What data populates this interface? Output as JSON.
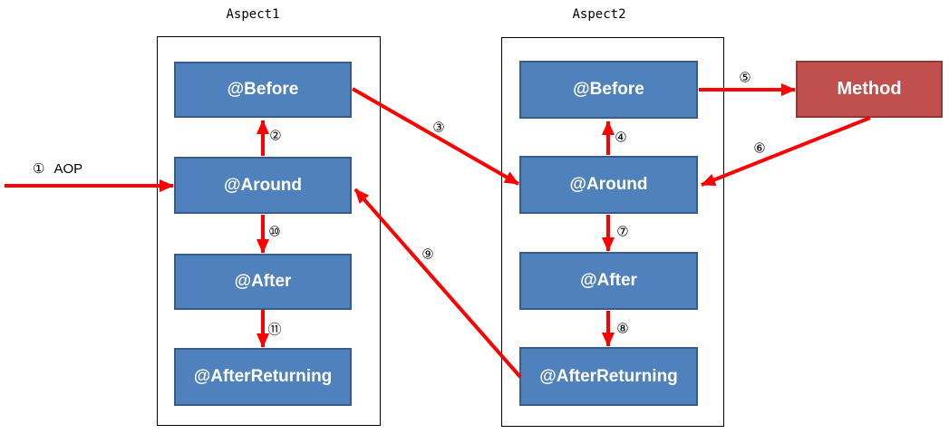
{
  "diagram": {
    "type": "flow-diagram",
    "subject": "AOP advice execution order",
    "colors": {
      "arrow": "#ff0000",
      "advice_fill": "#4f81bd",
      "advice_border": "#385d8a",
      "method_fill": "#c0504d",
      "method_border": "#943634",
      "container_border": "#000000",
      "box_text": "#ffffff",
      "label_text": "#000000"
    },
    "aspects": [
      {
        "title": "Aspect1",
        "nodes": [
          "@Before",
          "@Around",
          "@After",
          "@AfterReturning"
        ]
      },
      {
        "title": "Aspect2",
        "nodes": [
          "@Before",
          "@Around",
          "@After",
          "@AfterReturning"
        ]
      }
    ],
    "method": {
      "label": "Method"
    },
    "entry": {
      "label": "①",
      "text": "AOP"
    },
    "arrows": [
      {
        "label": "①",
        "text": "AOP",
        "from": "external",
        "to": "aspect1.@Around"
      },
      {
        "label": "②",
        "from": "aspect1.@Around",
        "to": "aspect1.@Before"
      },
      {
        "label": "③",
        "from": "aspect1.@Before",
        "to": "aspect2.@Around"
      },
      {
        "label": "④",
        "from": "aspect2.@Around",
        "to": "aspect2.@Before"
      },
      {
        "label": "⑤",
        "from": "aspect2.@Before",
        "to": "Method"
      },
      {
        "label": "⑥",
        "from": "Method",
        "to": "aspect2.@Around"
      },
      {
        "label": "⑦",
        "from": "aspect2.@Around",
        "to": "aspect2.@After"
      },
      {
        "label": "⑧",
        "from": "aspect2.@After",
        "to": "aspect2.@AfterReturning"
      },
      {
        "label": "⑨",
        "from": "aspect2.@AfterReturning",
        "to": "aspect1.@Around"
      },
      {
        "label": "⑩",
        "from": "aspect1.@Around",
        "to": "aspect1.@After"
      },
      {
        "label": "⑪",
        "from": "aspect1.@After",
        "to": "aspect1.@AfterReturning"
      }
    ]
  }
}
